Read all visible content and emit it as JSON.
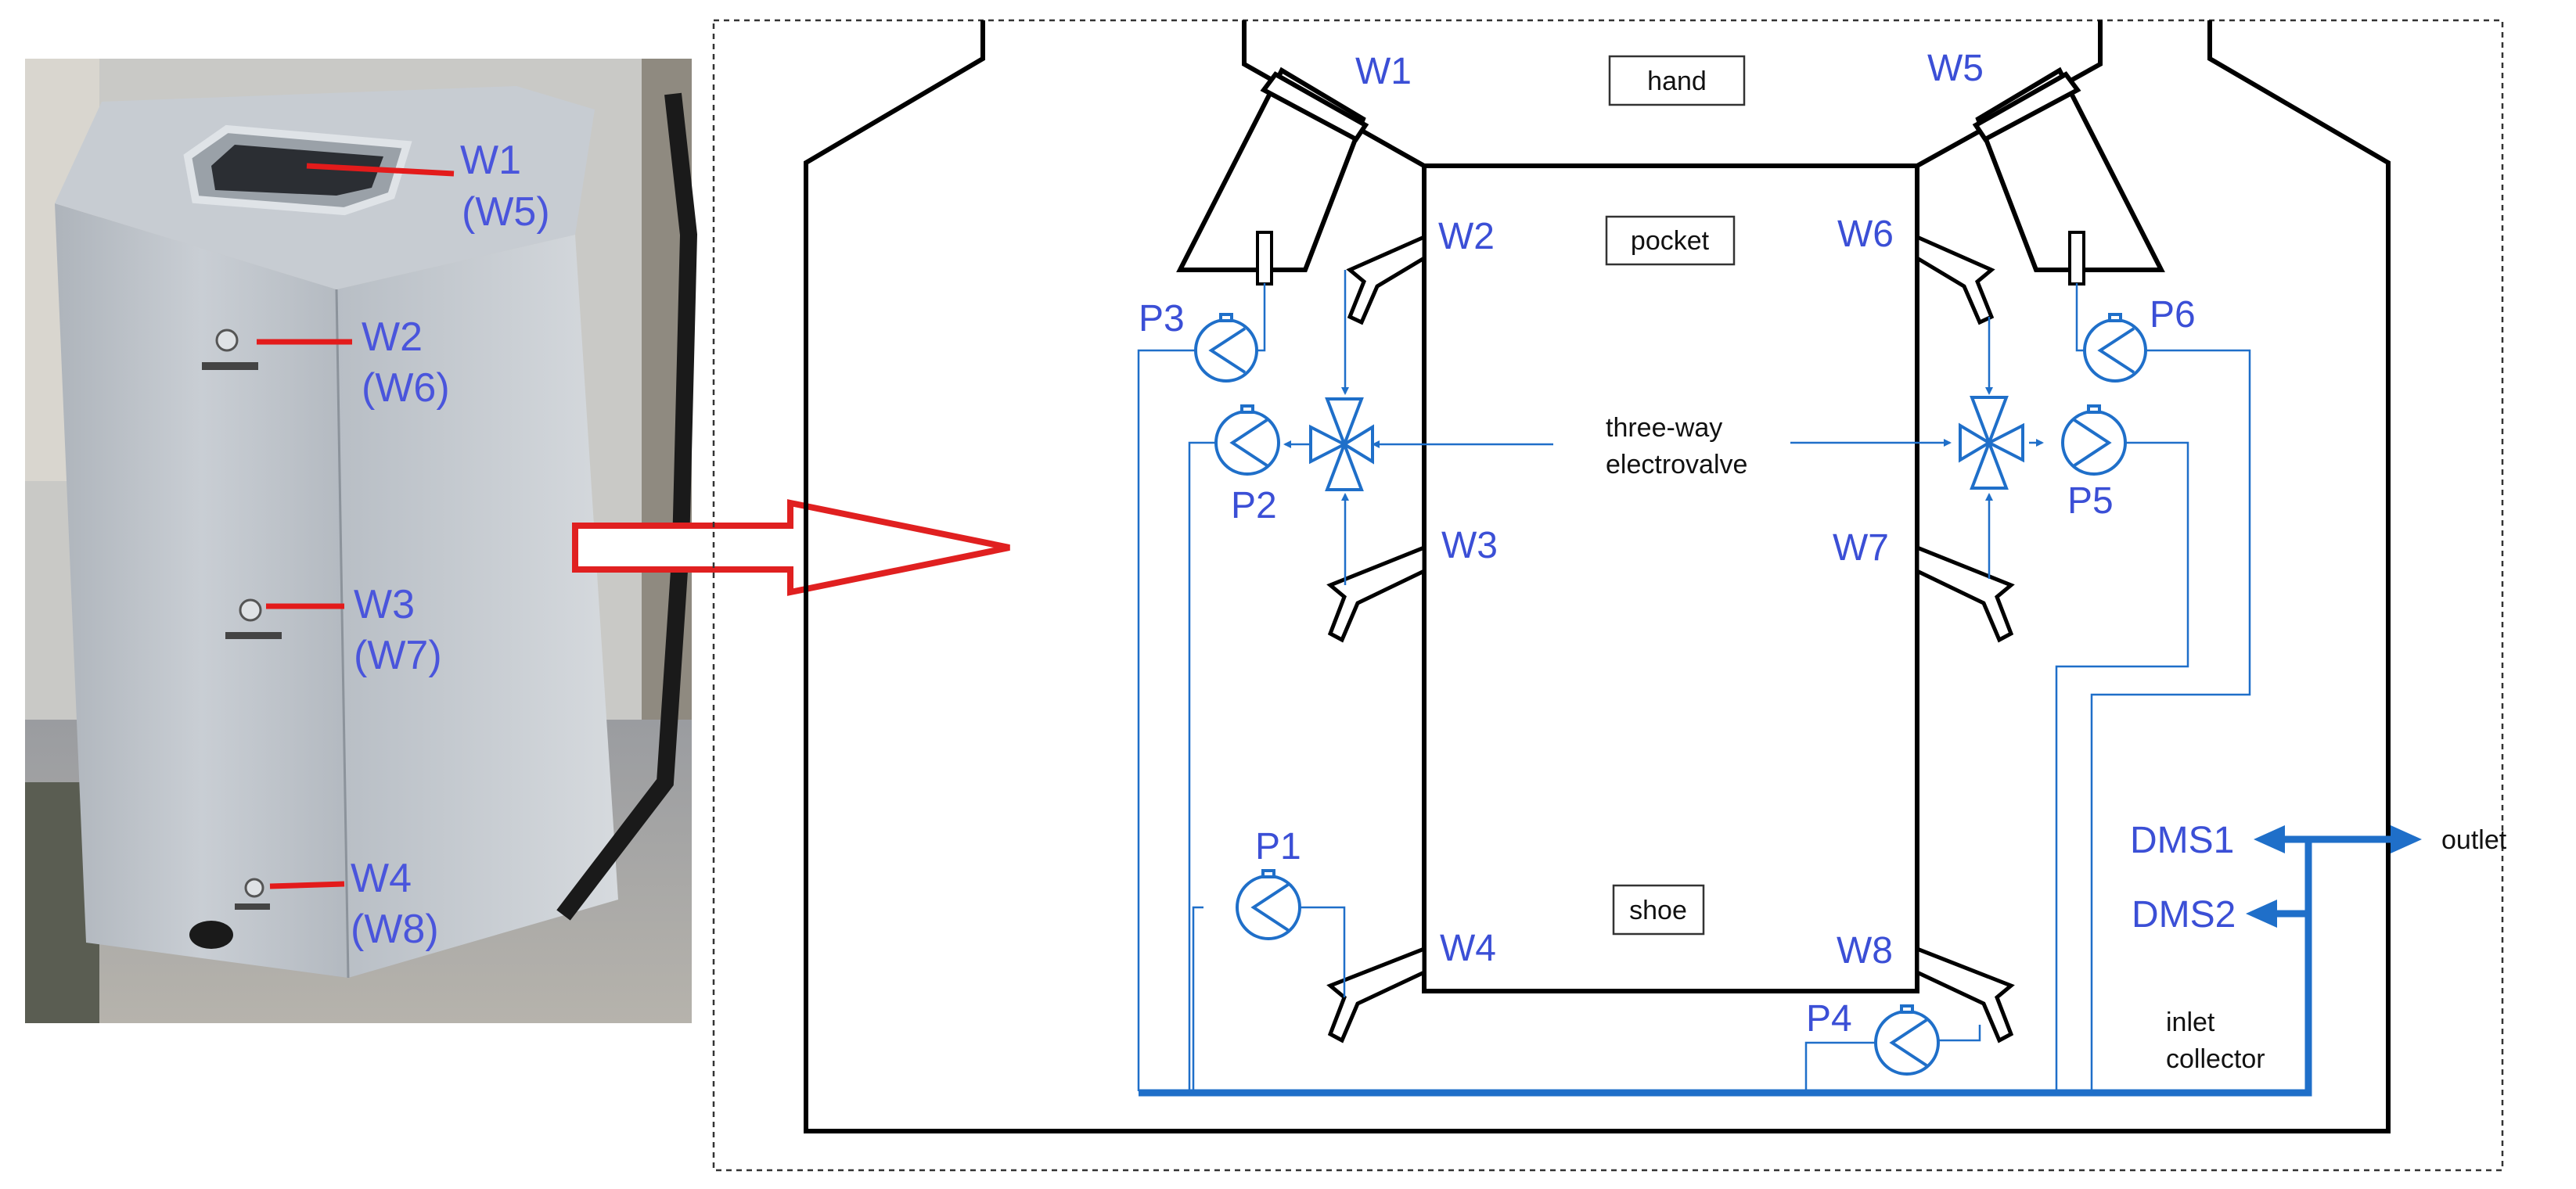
{
  "colors": {
    "pipe_blue": "#1f6fc9",
    "label_blue": "#3b4fd6",
    "photo_label": "#4a55dc",
    "arrow_red": "#e02020",
    "outline": "#000000"
  },
  "photo": {
    "callouts": [
      {
        "primary": "W1",
        "secondary": "(W5)"
      },
      {
        "primary": "W2",
        "secondary": "(W6)"
      },
      {
        "primary": "W3",
        "secondary": "(W7)"
      },
      {
        "primary": "W4",
        "secondary": "(W8)"
      }
    ]
  },
  "diagram": {
    "boxes": {
      "hand": "hand",
      "pocket": "pocket",
      "shoe": "shoe"
    },
    "valve_label_line1": "three-way",
    "valve_label_line2": "electrovalve",
    "wells": {
      "w1": "W1",
      "w2": "W2",
      "w3": "W3",
      "w4": "W4",
      "w5": "W5",
      "w6": "W6",
      "w7": "W7",
      "w8": "W8"
    },
    "pumps": {
      "p1": "P1",
      "p2": "P2",
      "p3": "P3",
      "p4": "P4",
      "p5": "P5",
      "p6": "P6"
    },
    "outputs": {
      "dms1": "DMS1",
      "dms2": "DMS2",
      "outlet": "outlet"
    },
    "inlet_line1": "inlet",
    "inlet_line2": "collector"
  }
}
